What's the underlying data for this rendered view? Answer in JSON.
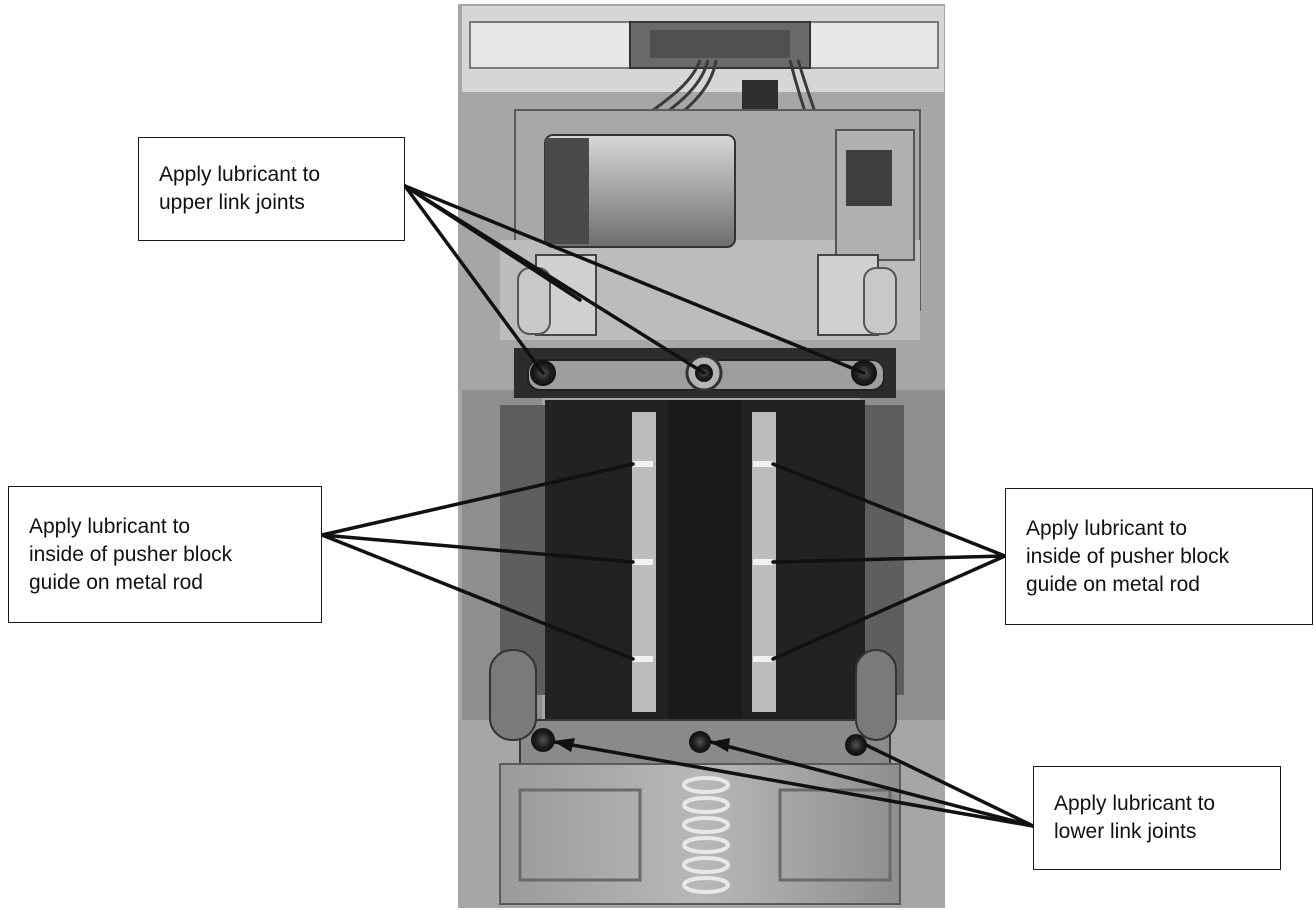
{
  "image": {
    "kind": "grayscale photograph of pusher block mechanism with callouts"
  },
  "callouts": {
    "upper": {
      "line1": "Apply lubricant to",
      "line2": "upper link joints"
    },
    "left": {
      "line1": "Apply lubricant to",
      "line2": "inside of pusher block",
      "line3": "guide on metal rod"
    },
    "right": {
      "line1": "Apply lubricant to",
      "line2": "inside of pusher block",
      "line3": "guide on metal rod"
    },
    "lower": {
      "line1": "Apply lubricant to",
      "line2": "lower link joints"
    }
  },
  "colors": {
    "leader": "#111111",
    "photo_dark": "#2a2a2a",
    "photo_mid": "#8a8a8a",
    "photo_light": "#cfcfcf"
  }
}
